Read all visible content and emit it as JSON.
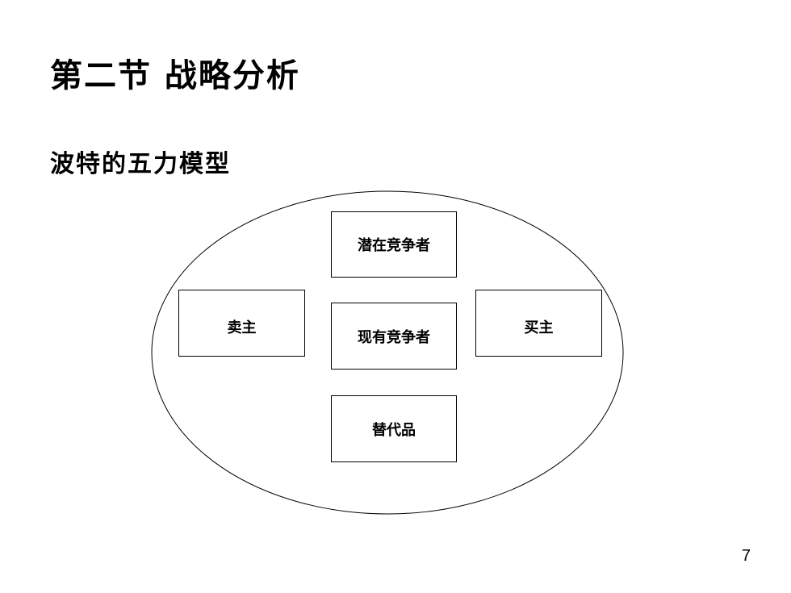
{
  "slide": {
    "title": "第二节 战略分析",
    "subtitle": "波特的五力模型",
    "page_number": "7"
  },
  "diagram": {
    "nodes": {
      "potential_competitors": "潜在竞争者",
      "existing_competitors": "现有竞争者",
      "substitutes": "替代品",
      "sellers": "卖主",
      "buyers": "买主"
    }
  }
}
